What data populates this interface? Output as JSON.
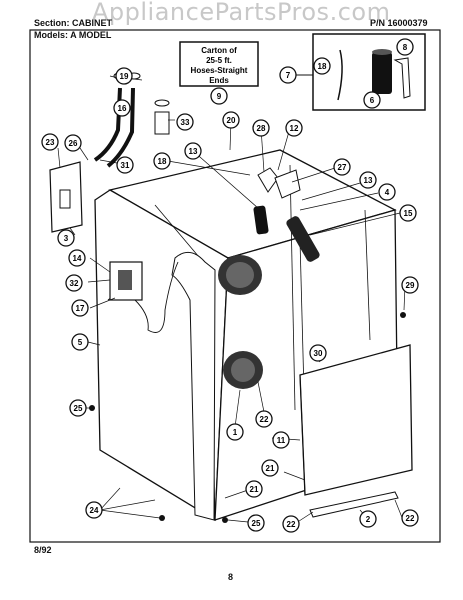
{
  "header": {
    "section": "Section: CABINET",
    "model": "Models: A MODEL",
    "part_number": "P/N 16000379",
    "watermark": "AppliancePartsPros.com"
  },
  "box": {
    "line1": "Carton of",
    "line2": "25-5 ft.",
    "line3": "Hoses-Straight",
    "line4": "Ends"
  },
  "callouts": {
    "c1": "1",
    "c2": "2",
    "c3": "3",
    "c4": "4",
    "c5": "5",
    "c6": "6",
    "c7": "7",
    "c8": "8",
    "c9": "9",
    "c11": "11",
    "c12": "12",
    "c13": "13",
    "c13b": "13",
    "c14": "14",
    "c15": "15",
    "c16": "16",
    "c17": "17",
    "c18": "18",
    "c18b": "18",
    "c19": "19",
    "c20": "20",
    "c21": "21",
    "c21b": "21",
    "c22": "22",
    "c22b": "22",
    "c22c": "22",
    "c23": "23",
    "c24": "24",
    "c25": "25",
    "c25b": "25",
    "c26": "26",
    "c27": "27",
    "c28": "28",
    "c29": "29",
    "c30": "30",
    "c31": "31",
    "c32": "32",
    "c33": "33"
  },
  "footer": {
    "date": "8/92",
    "page": "8"
  }
}
